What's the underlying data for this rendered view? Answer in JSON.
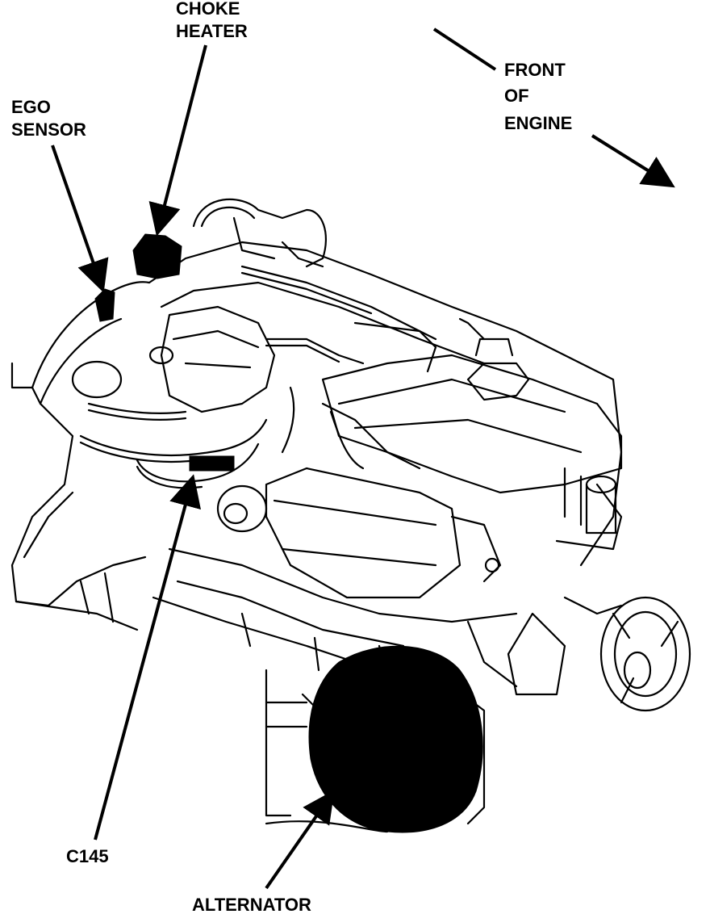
{
  "labels": {
    "choke_heater_line1": "CHOKE",
    "choke_heater_line2": "HEATER",
    "ego_sensor_line1": "EGO",
    "ego_sensor_line2": "SENSOR",
    "front_line1": "FRONT",
    "front_line2": "OF",
    "front_line3": "ENGINE",
    "c145": "C145",
    "alternator": "ALTERNATOR"
  },
  "colors": {
    "ink": "#000000",
    "paper": "#ffffff"
  }
}
